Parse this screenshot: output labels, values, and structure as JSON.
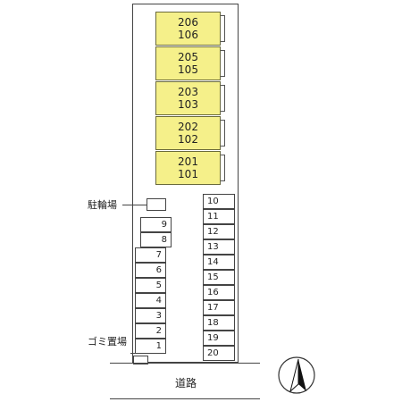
{
  "units": [
    {
      "upper": "206",
      "lower": "106"
    },
    {
      "upper": "205",
      "lower": "105"
    },
    {
      "upper": "203",
      "lower": "103"
    },
    {
      "upper": "202",
      "lower": "102"
    },
    {
      "upper": "201",
      "lower": "101"
    }
  ],
  "labels": {
    "bicycle_parking": "駐輪場",
    "garbage": "ゴミ置場",
    "road": "道路"
  },
  "parking_left": [
    "9",
    "8",
    "7",
    "6",
    "5",
    "4",
    "3",
    "2",
    "1"
  ],
  "parking_right": [
    "10",
    "11",
    "12",
    "13",
    "14",
    "15",
    "16",
    "17",
    "18",
    "19",
    "20"
  ],
  "compass": {
    "icon": "north-arrow-icon"
  }
}
